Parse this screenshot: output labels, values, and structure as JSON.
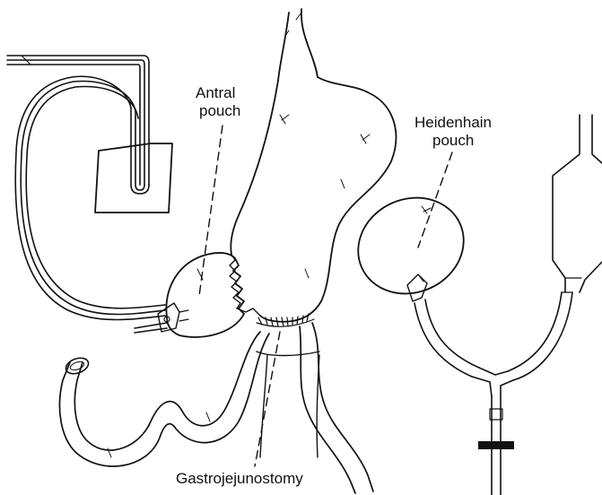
{
  "labels": {
    "antral_line1": "Antral",
    "antral_line2": "pouch",
    "heidenhain_line1": "Heidenhain",
    "heidenhain_line2": "pouch",
    "gastrojejunostomy": "Gastrojejunostomy"
  },
  "colors": {
    "ink": "#111111",
    "background": "#ffffff"
  }
}
